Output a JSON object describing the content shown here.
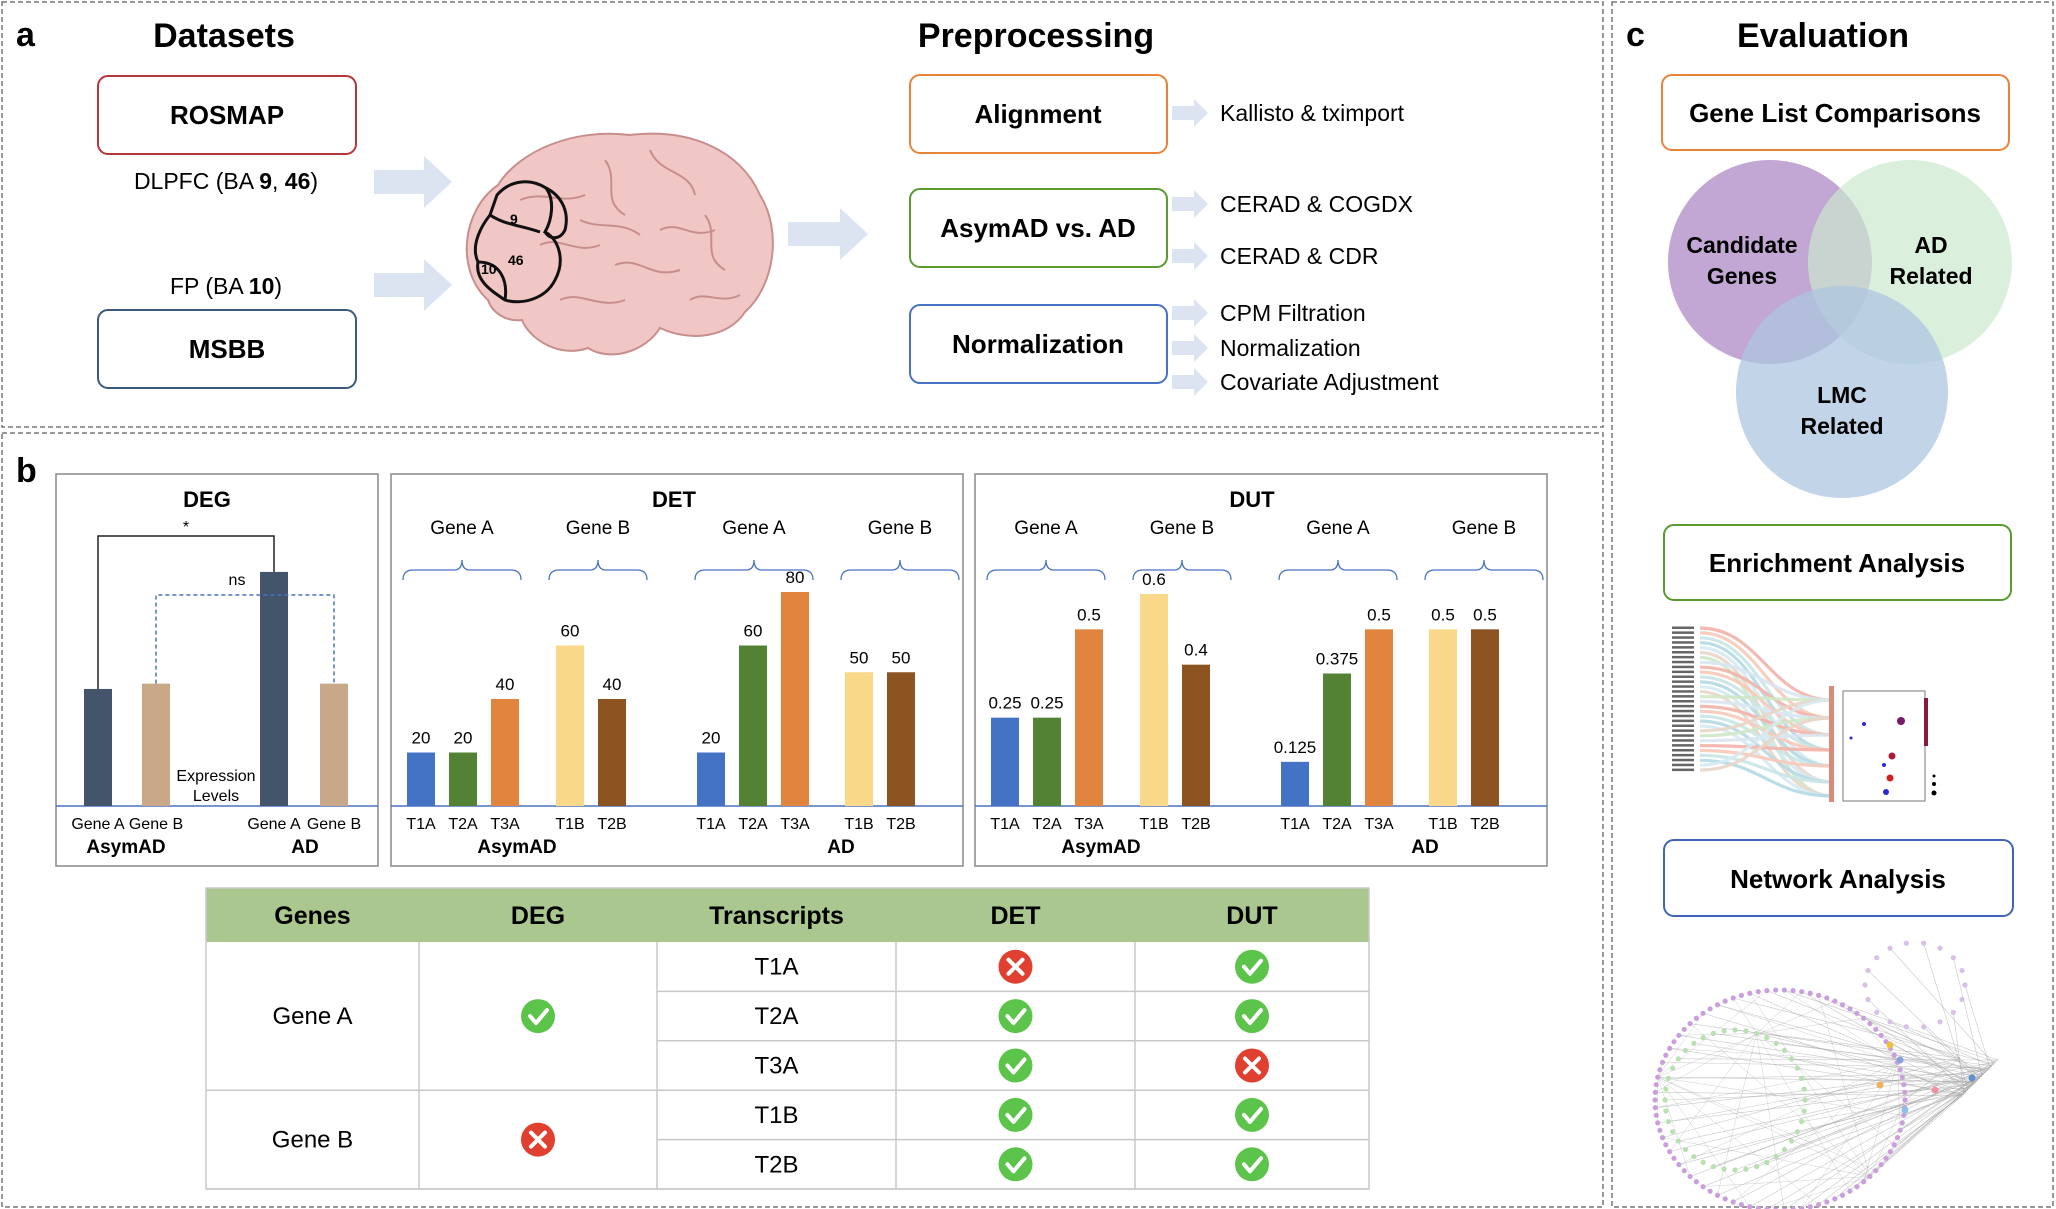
{
  "panel_a": {
    "letter": "a",
    "datasets_title": "Datasets",
    "preprocessing_title": "Preprocessing",
    "rosmap": "ROSMAP",
    "rosmap_region": {
      "prefix": "DLPFC (BA ",
      "n1": "9",
      "sep": ", ",
      "n2": "46",
      "suffix": ")"
    },
    "fp_region": {
      "prefix": "FP (BA ",
      "n1": "10",
      "suffix": ")"
    },
    "msbb": "MSBB",
    "brain_labels": [
      "9",
      "46",
      "10"
    ],
    "steps": [
      {
        "label": "Alignment",
        "color": "#e8833a",
        "items": [
          "Kallisto & tximport"
        ]
      },
      {
        "label": "AsymAD vs. AD",
        "color": "#5a9a2e",
        "items": [
          "CERAD & COGDX",
          "CERAD & CDR"
        ]
      },
      {
        "label": "Normalization",
        "color": "#4a72c4",
        "items": [
          "CPM Filtration",
          "Normalization",
          "Covariate Adjustment"
        ]
      }
    ]
  },
  "panel_b": {
    "letter": "b",
    "deg": {
      "title": "DEG",
      "star": "*",
      "ns": "ns",
      "expression_label": [
        "Expression",
        "Levels"
      ],
      "bars": [
        {
          "label": "Gene A",
          "value": 0.44,
          "color": "#44546a"
        },
        {
          "label": "Gene B",
          "value": 0.46,
          "color": "#c8a888"
        },
        {
          "label": "Gene A",
          "value": 0.88,
          "color": "#44546a"
        },
        {
          "label": "Gene B",
          "value": 0.46,
          "color": "#c8a888"
        }
      ],
      "groups": [
        "AsymAD",
        "AD"
      ]
    },
    "det": {
      "title": "DET",
      "gene_labels": [
        "Gene A",
        "Gene B",
        "Gene A",
        "Gene B"
      ],
      "groups": [
        "AsymAD",
        "AD"
      ],
      "bars": [
        {
          "label": "T1A",
          "value": 20,
          "text": "20",
          "color": "#4472c4"
        },
        {
          "label": "T2A",
          "value": 20,
          "text": "20",
          "color": "#548235"
        },
        {
          "label": "T3A",
          "value": 40,
          "text": "40",
          "color": "#e0843e"
        },
        {
          "label": "T1B",
          "value": 60,
          "text": "60",
          "color": "#f9d88a"
        },
        {
          "label": "T2B",
          "value": 40,
          "text": "40",
          "color": "#8b5420"
        },
        {
          "label": "T1A",
          "value": 20,
          "text": "20",
          "color": "#4472c4"
        },
        {
          "label": "T2A",
          "value": 60,
          "text": "60",
          "color": "#548235"
        },
        {
          "label": "T3A",
          "value": 80,
          "text": "80",
          "color": "#e0843e"
        },
        {
          "label": "T1B",
          "value": 50,
          "text": "50",
          "color": "#f9d88a"
        },
        {
          "label": "T2B",
          "value": 50,
          "text": "50",
          "color": "#8b5420"
        }
      ]
    },
    "dut": {
      "title": "DUT",
      "gene_labels": [
        "Gene A",
        "Gene B",
        "Gene A",
        "Gene B"
      ],
      "groups": [
        "AsymAD",
        "AD"
      ],
      "bars": [
        {
          "label": "T1A",
          "value": 0.25,
          "text": "0.25",
          "color": "#4472c4"
        },
        {
          "label": "T2A",
          "value": 0.25,
          "text": "0.25",
          "color": "#548235"
        },
        {
          "label": "T3A",
          "value": 0.5,
          "text": "0.5",
          "color": "#e0843e"
        },
        {
          "label": "T1B",
          "value": 0.6,
          "text": "0.6",
          "color": "#f9d88a"
        },
        {
          "label": "T2B",
          "value": 0.4,
          "text": "0.4",
          "color": "#8b5420"
        },
        {
          "label": "T1A",
          "value": 0.125,
          "text": "0.125",
          "color": "#4472c4"
        },
        {
          "label": "T2A",
          "value": 0.375,
          "text": "0.375",
          "color": "#548235"
        },
        {
          "label": "T3A",
          "value": 0.5,
          "text": "0.5",
          "color": "#e0843e"
        },
        {
          "label": "T1B",
          "value": 0.5,
          "text": "0.5",
          "color": "#f9d88a"
        },
        {
          "label": "T2B",
          "value": 0.5,
          "text": "0.5",
          "color": "#8b5420"
        }
      ]
    },
    "table": {
      "headers": [
        "Genes",
        "DEG",
        "Transcripts",
        "DET",
        "DUT"
      ],
      "groups": [
        {
          "gene": "Gene A",
          "deg": "check",
          "rows": [
            {
              "transcript": "T1A",
              "det": "cross",
              "dut": "check"
            },
            {
              "transcript": "T2A",
              "det": "check",
              "dut": "check"
            },
            {
              "transcript": "T3A",
              "det": "check",
              "dut": "cross"
            }
          ]
        },
        {
          "gene": "Gene B",
          "deg": "cross",
          "rows": [
            {
              "transcript": "T1B",
              "det": "check",
              "dut": "check"
            },
            {
              "transcript": "T2B",
              "det": "check",
              "dut": "check"
            }
          ]
        }
      ]
    }
  },
  "panel_c": {
    "letter": "c",
    "title": "Evaluation",
    "gene_list": "Gene List Comparisons",
    "venn": [
      {
        "line1": "Candidate",
        "line2": "Genes",
        "color": "#b592c9"
      },
      {
        "line1": "AD",
        "line2": "Related",
        "color": "#cce8cf"
      },
      {
        "line1": "LMC",
        "line2": "Related",
        "color": "#aec6e0"
      }
    ],
    "enrichment": "Enrichment Analysis",
    "network": "Network Analysis"
  },
  "colors": {
    "header_green": "#a9c78f",
    "check": "#5cc44a",
    "cross": "#e0402f",
    "arrow": "#dce4f2"
  }
}
